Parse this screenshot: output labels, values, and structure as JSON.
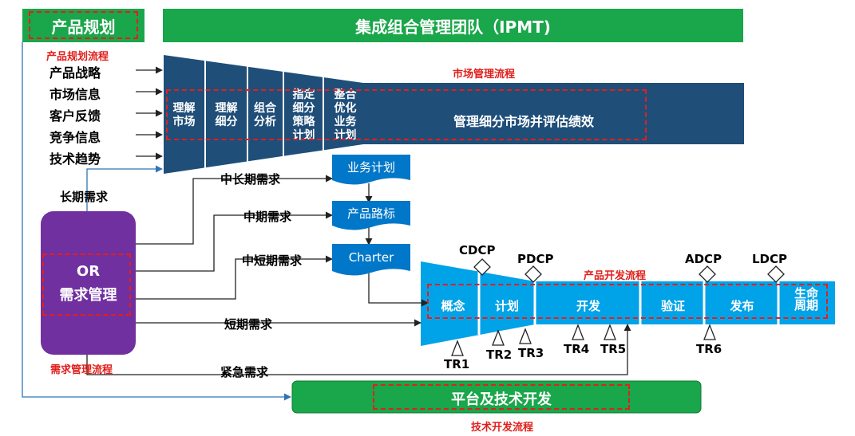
{
  "header": {
    "product_planning": "产品规划",
    "ipmt": "集成组合管理团队（IPMT)"
  },
  "flows": {
    "product_planning_flow": "产品规划流程",
    "market_mgmt_flow": "市场管理流程",
    "product_dev_flow": "产品开发流程",
    "requirement_mgmt_flow": "需求管理流程",
    "tech_dev_flow": "技术开发流程"
  },
  "inputs": [
    "产品战略",
    "市场信息",
    "客户反馈",
    "竞争信息",
    "技术趋势"
  ],
  "funnel": {
    "columns": [
      "理解\n市场",
      "理解\n细分",
      "组合\n分析",
      "指定\n细分\n策略\n计划",
      "整合\n优化\n业务\n计划"
    ],
    "bar_label": "管理细分市场并评估绩效"
  },
  "documents": [
    "业务计划",
    "产品路标",
    "Charter"
  ],
  "or_box": {
    "line1": "OR",
    "line2": "需求管理"
  },
  "demands": {
    "long": "长期需求",
    "mid_long": "中长期需求",
    "mid": "中期需求",
    "mid_short": "中短期需求",
    "short": "短期需求",
    "urgent": "紧急需求"
  },
  "phases": [
    "概念",
    "计划",
    "开发",
    "验证",
    "发布",
    "生命\n周期"
  ],
  "dcps": [
    "CDCP",
    "PDCP",
    "ADCP",
    "LDCP"
  ],
  "trs": [
    "TR1",
    "TR2",
    "TR3",
    "TR4",
    "TR5",
    "TR6"
  ],
  "platform": "平台及技术开发",
  "colors": {
    "green": "#1aa64a",
    "navy": "#1f4e79",
    "blue": "#0077c8",
    "light_blue": "#00a2e8",
    "purple": "#7030a0",
    "red": "#e0201c"
  }
}
